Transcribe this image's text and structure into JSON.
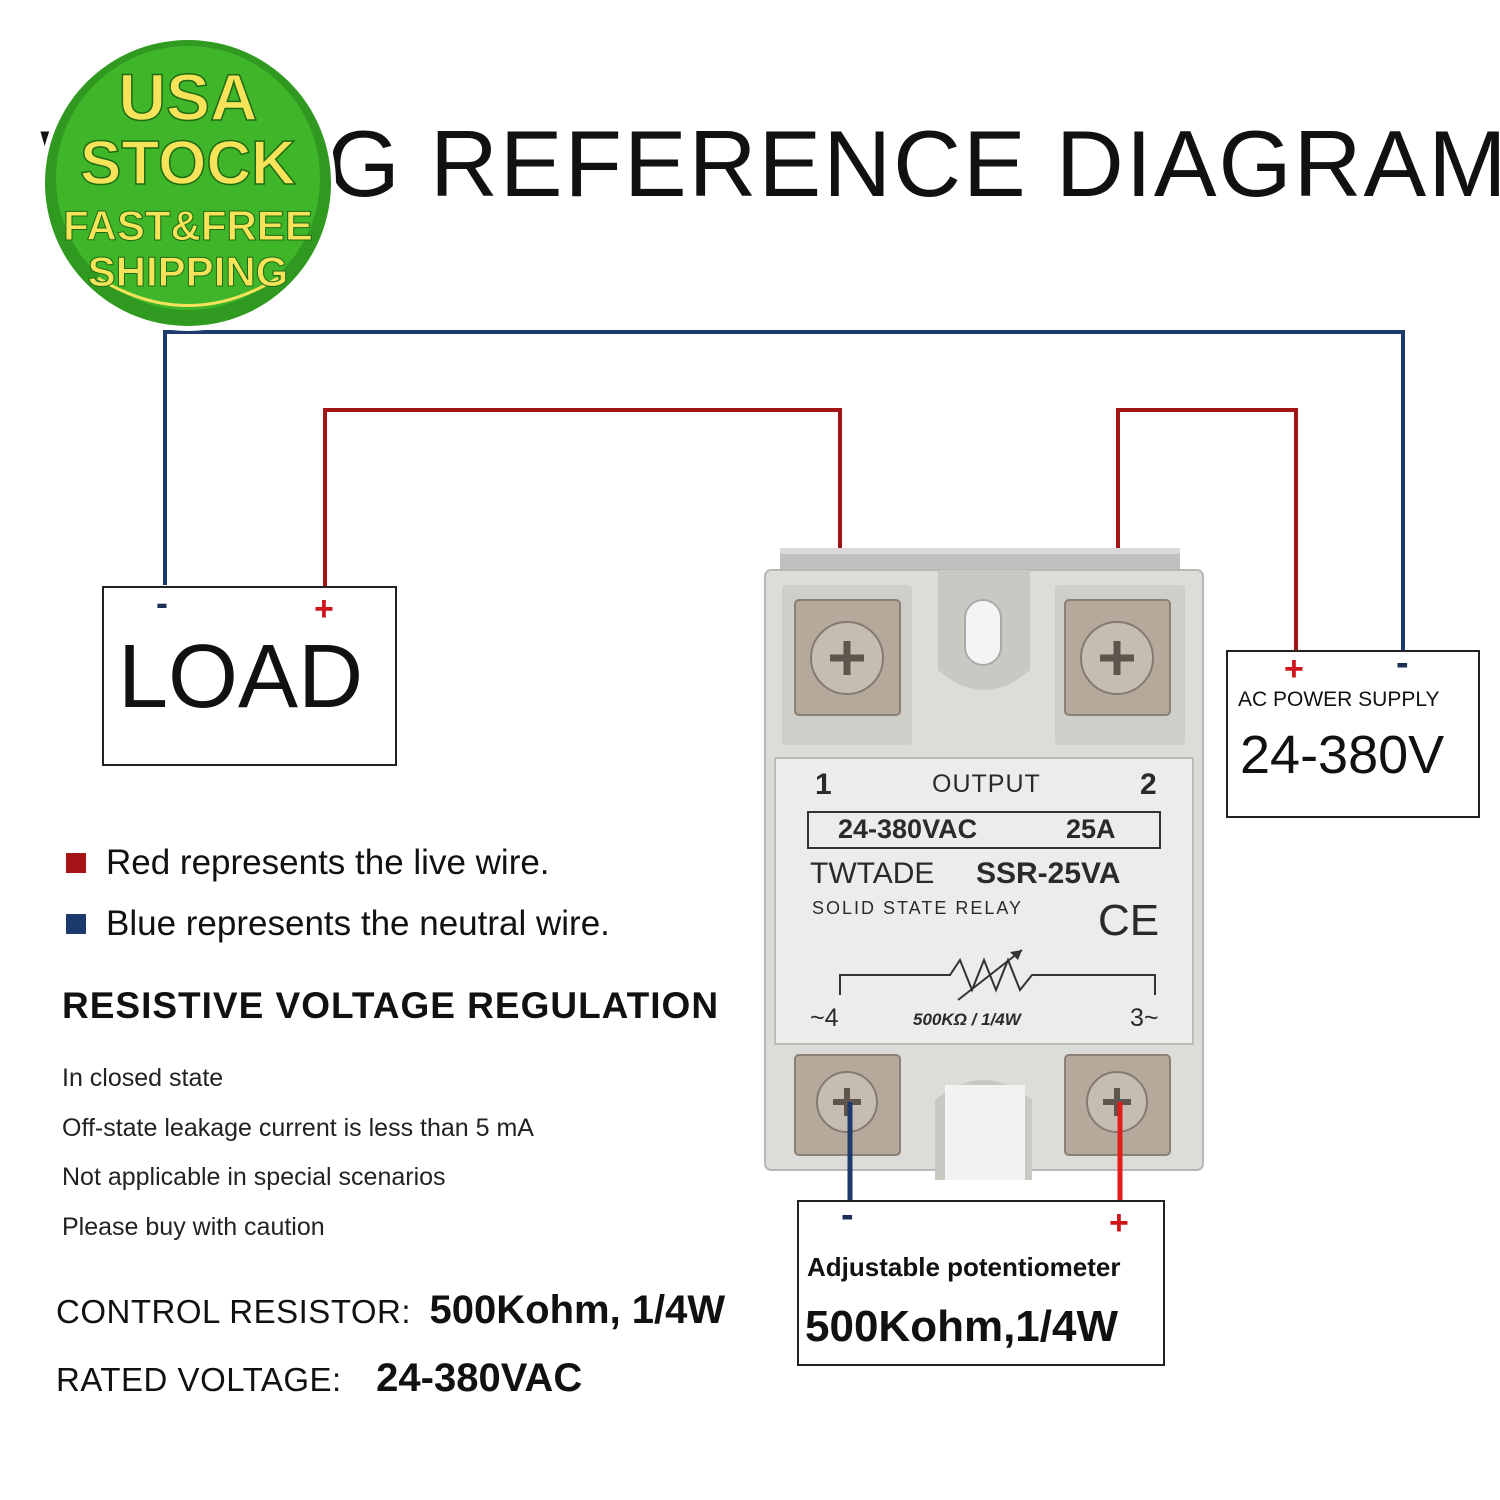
{
  "title": "WIRING REFERENCE DIAGRAM",
  "badge": {
    "line1": "USA",
    "line2": "STOCK",
    "line3": "FAST&FREE",
    "line4": "SHIPPING",
    "color_outer": "#2f9a1f",
    "color_inner": "#3fb52a",
    "text_color": "#f7e35a"
  },
  "load_box": {
    "label": "LOAD",
    "minus": "-",
    "plus": "+"
  },
  "power_box": {
    "title": "AC POWER SUPPLY",
    "voltage": "24-380V",
    "plus": "+",
    "minus": "-"
  },
  "pot_box": {
    "title": "Adjustable potentiometer",
    "value": "500Kohm,1/4W",
    "minus": "-",
    "plus": "+"
  },
  "relay": {
    "terminal_1": "1",
    "terminal_2": "2",
    "output_label": "OUTPUT",
    "rating_voltage": "24-380VAC",
    "rating_current": "25A",
    "brand": "TWTADE",
    "model": "SSR-25VA",
    "type": "SOLID STATE RELAY",
    "ce_mark": "CE",
    "terminal_4": "~4",
    "terminal_3": "3~",
    "pot_rating": "500KΩ / 1/4W"
  },
  "legend": {
    "red_text": "Red represents the live wire.",
    "blue_text": "Blue represents the neutral wire.",
    "red_color": "#a51417",
    "blue_color": "#1c3a6b"
  },
  "section_heading": "RESISTIVE VOLTAGE REGULATION",
  "notes": [
    "In closed state",
    "Off-state leakage current is less than 5 mA",
    "Not applicable in special scenarios",
    "Please buy with caution"
  ],
  "specs": {
    "control_label": "CONTROL RESISTOR:",
    "control_value": "500Kohm, 1/4W",
    "rated_label": "RATED VOLTAGE:",
    "rated_value": "24-380VAC"
  },
  "wire_colors": {
    "live": "#a51417",
    "neutral": "#1c3a6b"
  }
}
